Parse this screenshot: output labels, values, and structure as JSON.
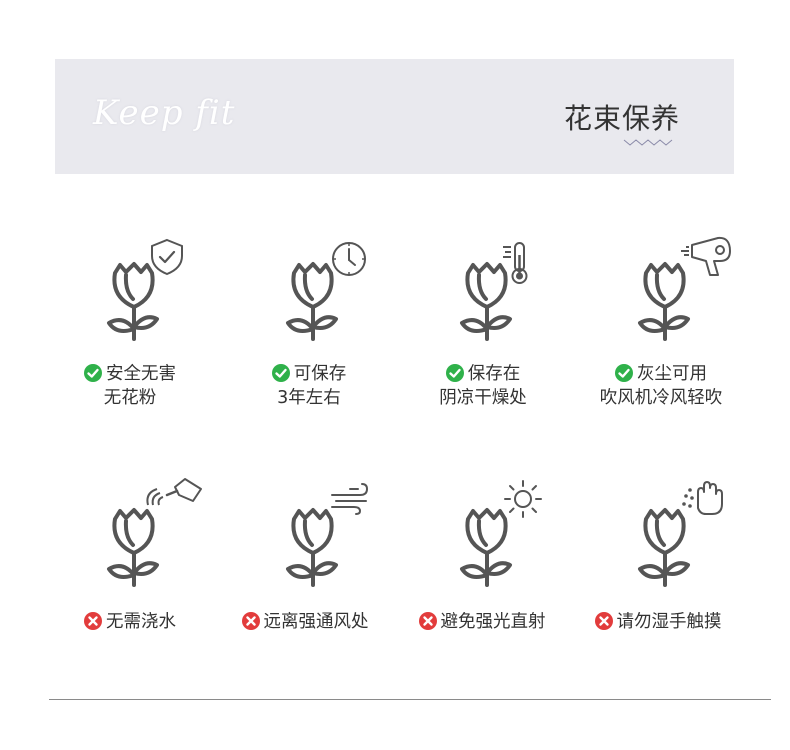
{
  "banner": {
    "subtitle": "Keep  fit",
    "title": "花束保养"
  },
  "colors": {
    "ok": "#2fb14a",
    "no": "#e23c3c",
    "icon": "#555555",
    "banner_bg": "#e9e9ee"
  },
  "items": [
    {
      "icon": "shield-check-icon",
      "status": "ok",
      "line1": "安全无害",
      "line2": "无花粉"
    },
    {
      "icon": "clock-icon",
      "status": "ok",
      "line1": "可保存",
      "line2": "3年左右"
    },
    {
      "icon": "thermometer-icon",
      "status": "ok",
      "line1": "保存在",
      "line2": "阴凉干燥处"
    },
    {
      "icon": "hair-dryer-icon",
      "status": "ok",
      "line1": "灰尘可用",
      "line2": "吹风机冷风轻吹"
    },
    {
      "icon": "watering-can-icon",
      "status": "no",
      "line1": "无需浇水",
      "line2": ""
    },
    {
      "icon": "wind-icon",
      "status": "no",
      "line1": "远离强通风处",
      "line2": ""
    },
    {
      "icon": "sun-icon",
      "status": "no",
      "line1": "避免强光直射",
      "line2": ""
    },
    {
      "icon": "hand-icon",
      "status": "no",
      "line1": "请勿湿手触摸",
      "line2": ""
    }
  ]
}
